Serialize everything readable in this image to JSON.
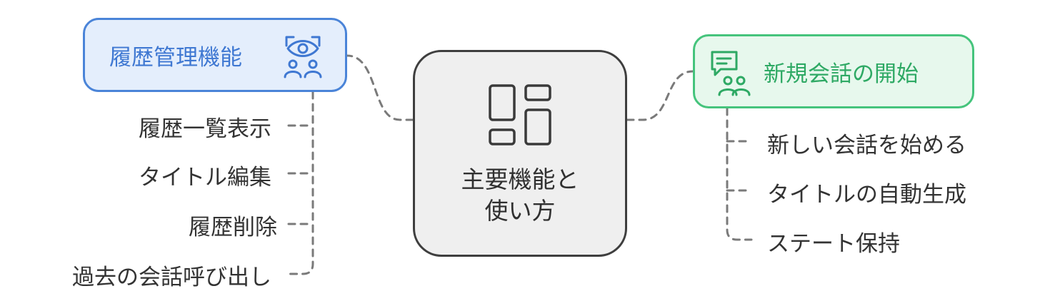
{
  "center": {
    "title_line1": "主要機能と",
    "title_line2": "使い方",
    "icon": "layout-grid-icon"
  },
  "left_branch": {
    "title": "履歴管理機能",
    "icon": "people-eye-icon",
    "color": "#4a84d8",
    "fill": "#e4eefc",
    "items": [
      "履歴一覧表示",
      "タイトル編集",
      "履歴削除",
      "過去の会話呼び出し"
    ]
  },
  "right_branch": {
    "title": "新規会話の開始",
    "icon": "chat-people-icon",
    "color": "#45c47c",
    "fill": "#e7f8ed",
    "items": [
      "新しい会話を始める",
      "タイトルの自動生成",
      "ステート保持"
    ]
  },
  "connector_color": "#7a7a7a"
}
